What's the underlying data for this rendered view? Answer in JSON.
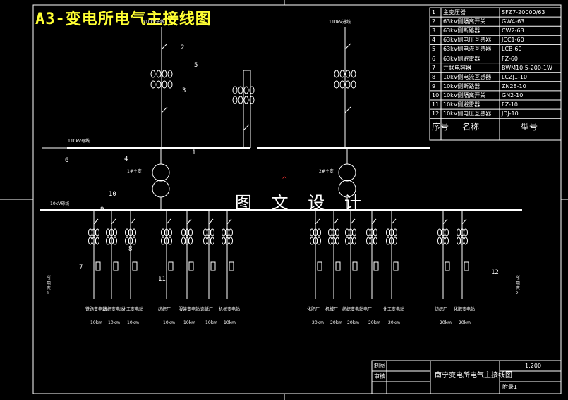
{
  "title": "A3-变电所电气主接线图",
  "watermark": "图 文 设 计",
  "bus_labels": {
    "hv_left": "110kV母线",
    "hv_top_left": "110kV进线",
    "hv_top_right": "110kV进线",
    "mv_left": "10kV母线",
    "t1_label": "1#主变",
    "t2_label": "2#主变"
  },
  "callouts": [
    "1",
    "2",
    "3",
    "4",
    "5",
    "6",
    "7",
    "8",
    "9",
    "10",
    "11",
    "12"
  ],
  "feeders_left": [
    {
      "name": "铁路变电站",
      "len": "10km"
    },
    {
      "name": "纺织变电站",
      "len": "10km"
    },
    {
      "name": "化工变电站",
      "len": "10km"
    },
    {
      "name": "纺织厂",
      "len": "10km"
    },
    {
      "name": "服装变电站",
      "len": "10km"
    },
    {
      "name": "造纸厂",
      "len": "10km"
    },
    {
      "name": "机械变电站",
      "len": "10km"
    }
  ],
  "feeders_right": [
    {
      "name": "化肥厂",
      "len": "20km"
    },
    {
      "name": "机械厂",
      "len": "20km"
    },
    {
      "name": "纺织变电站",
      "len": "20km"
    },
    {
      "name": "电厂",
      "len": "20km"
    },
    {
      "name": "化工变电站",
      "len": "20km"
    },
    {
      "name": "纺织厂",
      "len": "20km"
    },
    {
      "name": "化肥变电站",
      "len": "20km"
    }
  ],
  "side_labels": {
    "left": "所用变1",
    "right": "所用变2"
  },
  "parts_table": {
    "rows": [
      {
        "no": "1",
        "name": "主变压器",
        "model": "SFZ7-20000/63"
      },
      {
        "no": "2",
        "name": "63kV侧隔离开关",
        "model": "GW4-63"
      },
      {
        "no": "3",
        "name": "63kV侧断路器",
        "model": "CW2-63"
      },
      {
        "no": "4",
        "name": "63kV侧电压互感器",
        "model": "JCC1-60"
      },
      {
        "no": "5",
        "name": "63kV侧电流互感器",
        "model": "LCB-60"
      },
      {
        "no": "6",
        "name": "63kV侧避雷器",
        "model": "FZ-60"
      },
      {
        "no": "7",
        "name": "并联电容器",
        "model": "BWM10.5-200-1W"
      },
      {
        "no": "8",
        "name": "10kV侧电流互感器",
        "model": "LCZJ1-10"
      },
      {
        "no": "9",
        "name": "10kV侧断路器",
        "model": "ZN28-10"
      },
      {
        "no": "10",
        "name": "10kV侧隔离开关",
        "model": "GN2-10"
      },
      {
        "no": "11",
        "name": "10kV侧避雷器",
        "model": "FZ-10"
      },
      {
        "no": "12",
        "name": "10kV侧电压互感器",
        "model": "JDJ-10"
      }
    ],
    "header": {
      "no": "序号",
      "name": "名称",
      "model": "型号"
    }
  },
  "title_block": {
    "row1": "制图",
    "row2": "审核",
    "drawing_name": "南宁变电所电气主接线图",
    "scale": "1:200",
    "sheet": "附录1"
  }
}
